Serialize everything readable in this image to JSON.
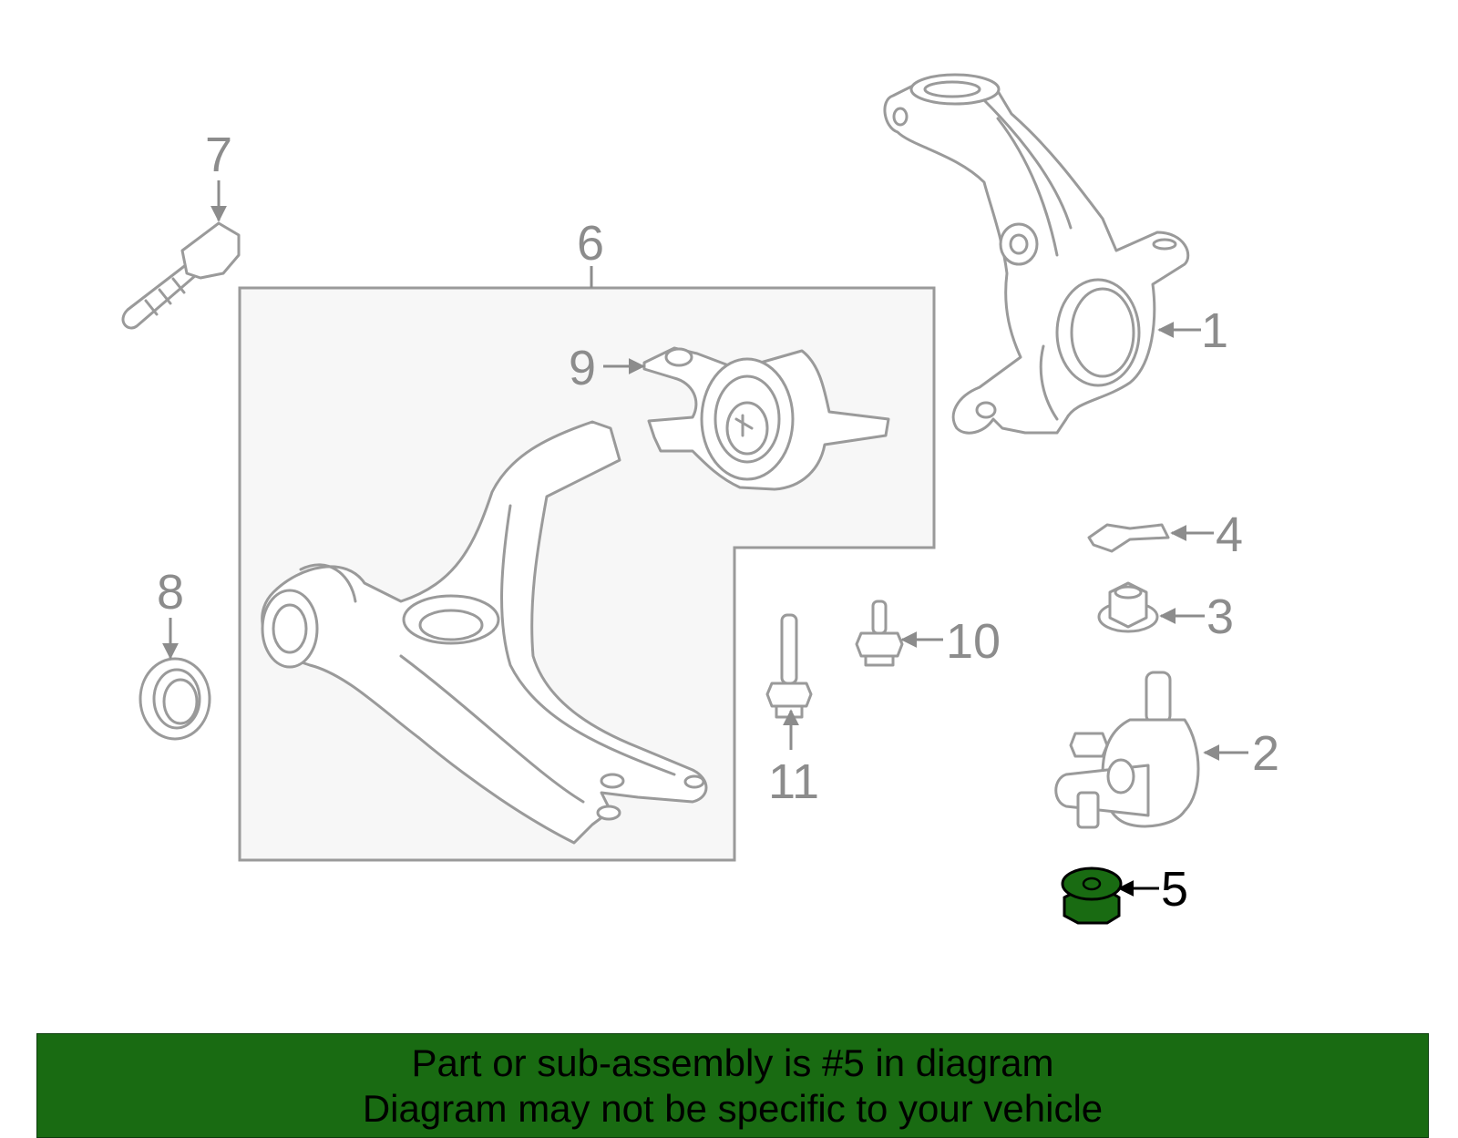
{
  "highlight_color": "#196b12",
  "part_stroke_color": "#9a9a9a",
  "callouts": {
    "c1": "1",
    "c2": "2",
    "c3": "3",
    "c4": "4",
    "c5": "5",
    "c6": "6",
    "c7": "7",
    "c8": "8",
    "c9": "9",
    "c10": "10",
    "c11": "11"
  },
  "highlighted_part": "5",
  "banner": {
    "line1": "Part or sub-assembly is #5 in diagram",
    "line2": "Diagram may not be specific to your vehicle"
  }
}
